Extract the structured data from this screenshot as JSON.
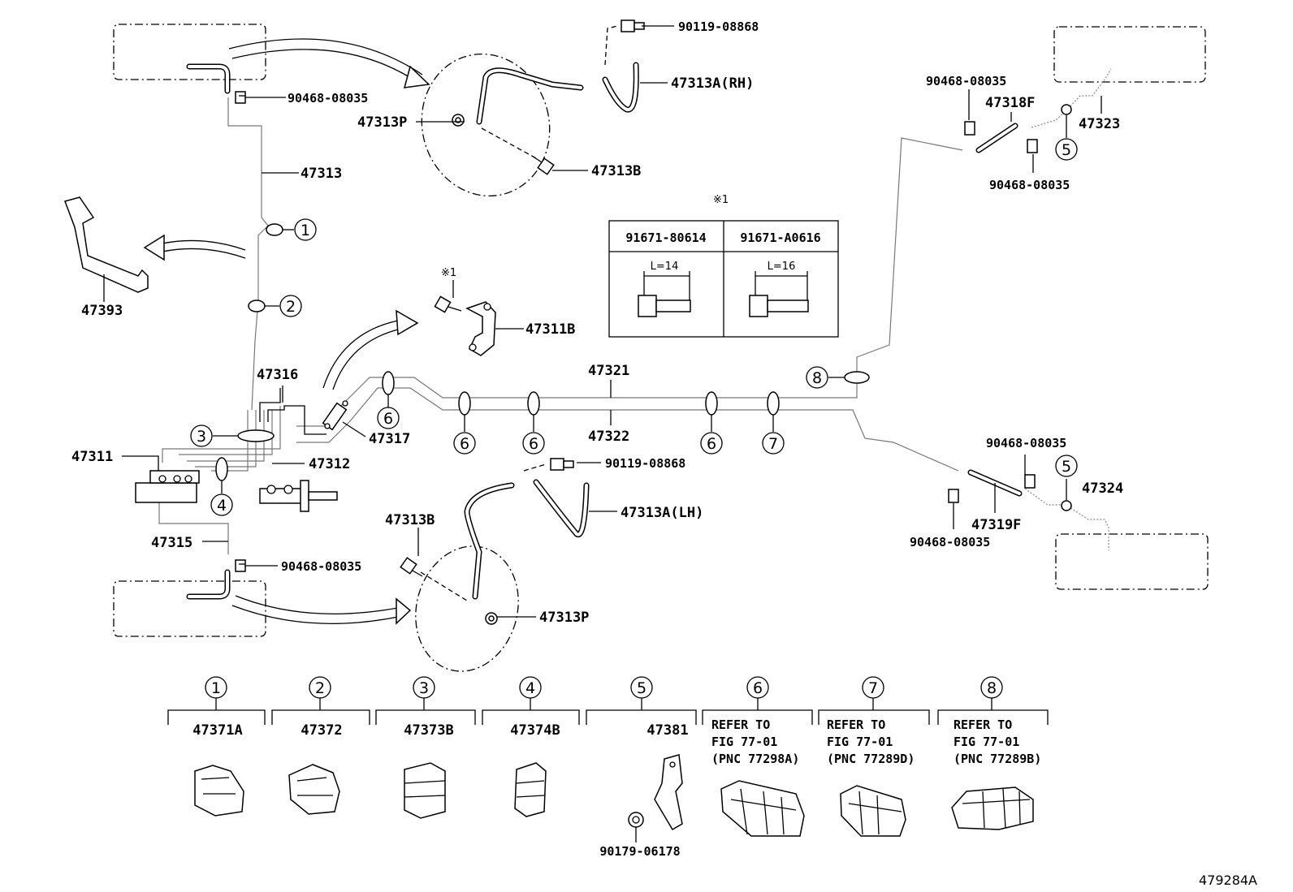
{
  "parts": {
    "p90119_top": "90119-08868",
    "p47313A_rh": "47313A(RH)",
    "p47313P_top": "47313P",
    "p47313B_top": "47313B",
    "p90468_tl": "90468-08035",
    "p47313": "47313",
    "p47393": "47393",
    "p47311B": "47311B",
    "p47316": "47316",
    "p47317": "47317",
    "p47311": "47311",
    "p47312": "47312",
    "p47315": "47315",
    "p90468_bl": "90468-08035",
    "p47321": "47321",
    "p47322": "47322",
    "p90119_bot": "90119-08868",
    "p47313A_lh": "47313A(LH)",
    "p47313B_bot": "47313B",
    "p47313P_bot": "47313P",
    "p90468_tr1": "90468-08035",
    "p47318F": "47318F",
    "p47323": "47323",
    "p90468_tr2": "90468-08035",
    "p90468_br1": "90468-08035",
    "p47324": "47324",
    "p47319F": "47319F",
    "p90468_br2": "90468-08035"
  },
  "callouts": {
    "c1": "1",
    "c2": "2",
    "c3": "3",
    "c4": "4",
    "c5a": "5",
    "c5b": "5",
    "c6a": "6",
    "c6b": "6",
    "c6c": "6",
    "c6d": "6",
    "c7": "7",
    "c8": "8"
  },
  "bolt_table": {
    "note_mark": "※1",
    "col1_part": "91671-80614",
    "col2_part": "91671-A0616",
    "col1_len": "L=14",
    "col2_len": "L=16"
  },
  "note_mark_47311B": "※1",
  "legend": [
    {
      "num": "1",
      "part": "47371A"
    },
    {
      "num": "2",
      "part": "47372"
    },
    {
      "num": "3",
      "part": "47373B"
    },
    {
      "num": "4",
      "part": "47374B"
    },
    {
      "num": "5",
      "part": "47381",
      "sub_part": "90179-06178"
    },
    {
      "num": "6",
      "ref_lines": [
        "REFER TO",
        "FIG 77-01",
        "(PNC 77298A)"
      ]
    },
    {
      "num": "7",
      "ref_lines": [
        "REFER TO",
        "FIG 77-01",
        "(PNC 77289D)"
      ]
    },
    {
      "num": "8",
      "ref_lines": [
        "REFER TO",
        "FIG 77-01",
        "(PNC 77289B)"
      ]
    }
  ],
  "figure_id": "479284A"
}
